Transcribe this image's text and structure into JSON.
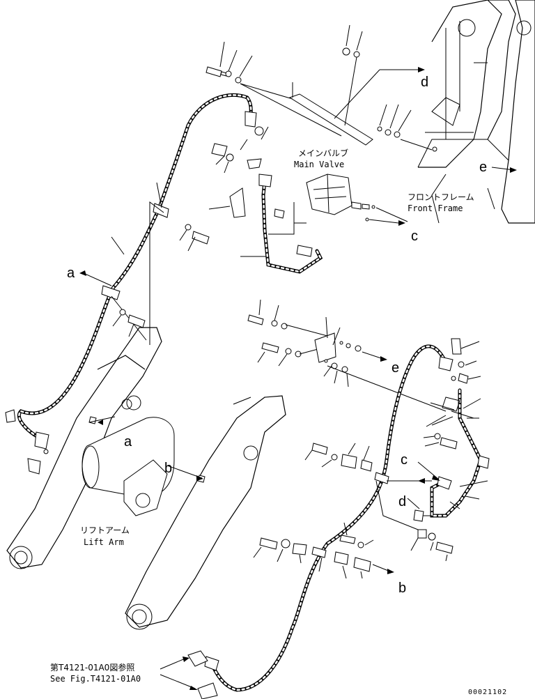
{
  "labels": {
    "main_valve_jp": "メインバルブ",
    "main_valve_en": "Main Valve",
    "front_frame_jp": "フロントフレーム",
    "front_frame_en": "Front Frame",
    "lift_arm_jp": "リフトアーム",
    "lift_arm_en": "Lift Arm",
    "see_fig_jp": "第T4121-01A0図参照",
    "see_fig_en": "See Fig.T4121-01A0"
  },
  "callouts": {
    "a1": "a",
    "a2": "a",
    "b1": "b",
    "b2": "b",
    "c1": "c",
    "c2": "c",
    "d1": "d",
    "d2": "d",
    "e1": "e",
    "e2": "e"
  },
  "doc_id": "00021102"
}
